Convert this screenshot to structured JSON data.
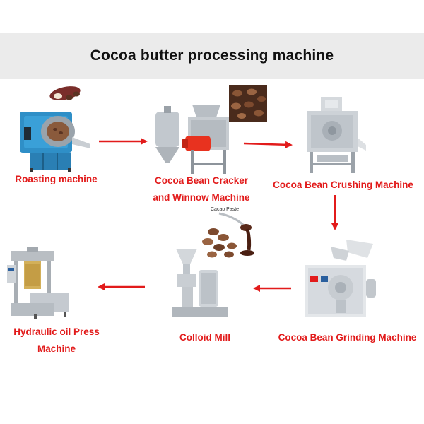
{
  "title": "Cocoa butter processing machine",
  "steps": [
    {
      "line1": "Roasting machine",
      "line2": ""
    },
    {
      "line1": "Cocoa Bean Cracker",
      "line2": "and Winnow Machine"
    },
    {
      "line1": "Cocoa Bean Crushing Machine",
      "line2": ""
    },
    {
      "line1": "Cocoa Bean Grinding Machine",
      "line2": ""
    },
    {
      "line1": "Colloid Mill",
      "line2": ""
    },
    {
      "line1": "Hydraulic oil Press",
      "line2": "Machine"
    }
  ],
  "insets": {
    "paste_label": "Cacao Paste"
  },
  "colors": {
    "label": "#e21b1b",
    "arrow": "#e21b1b",
    "band": "#ebebeb"
  }
}
